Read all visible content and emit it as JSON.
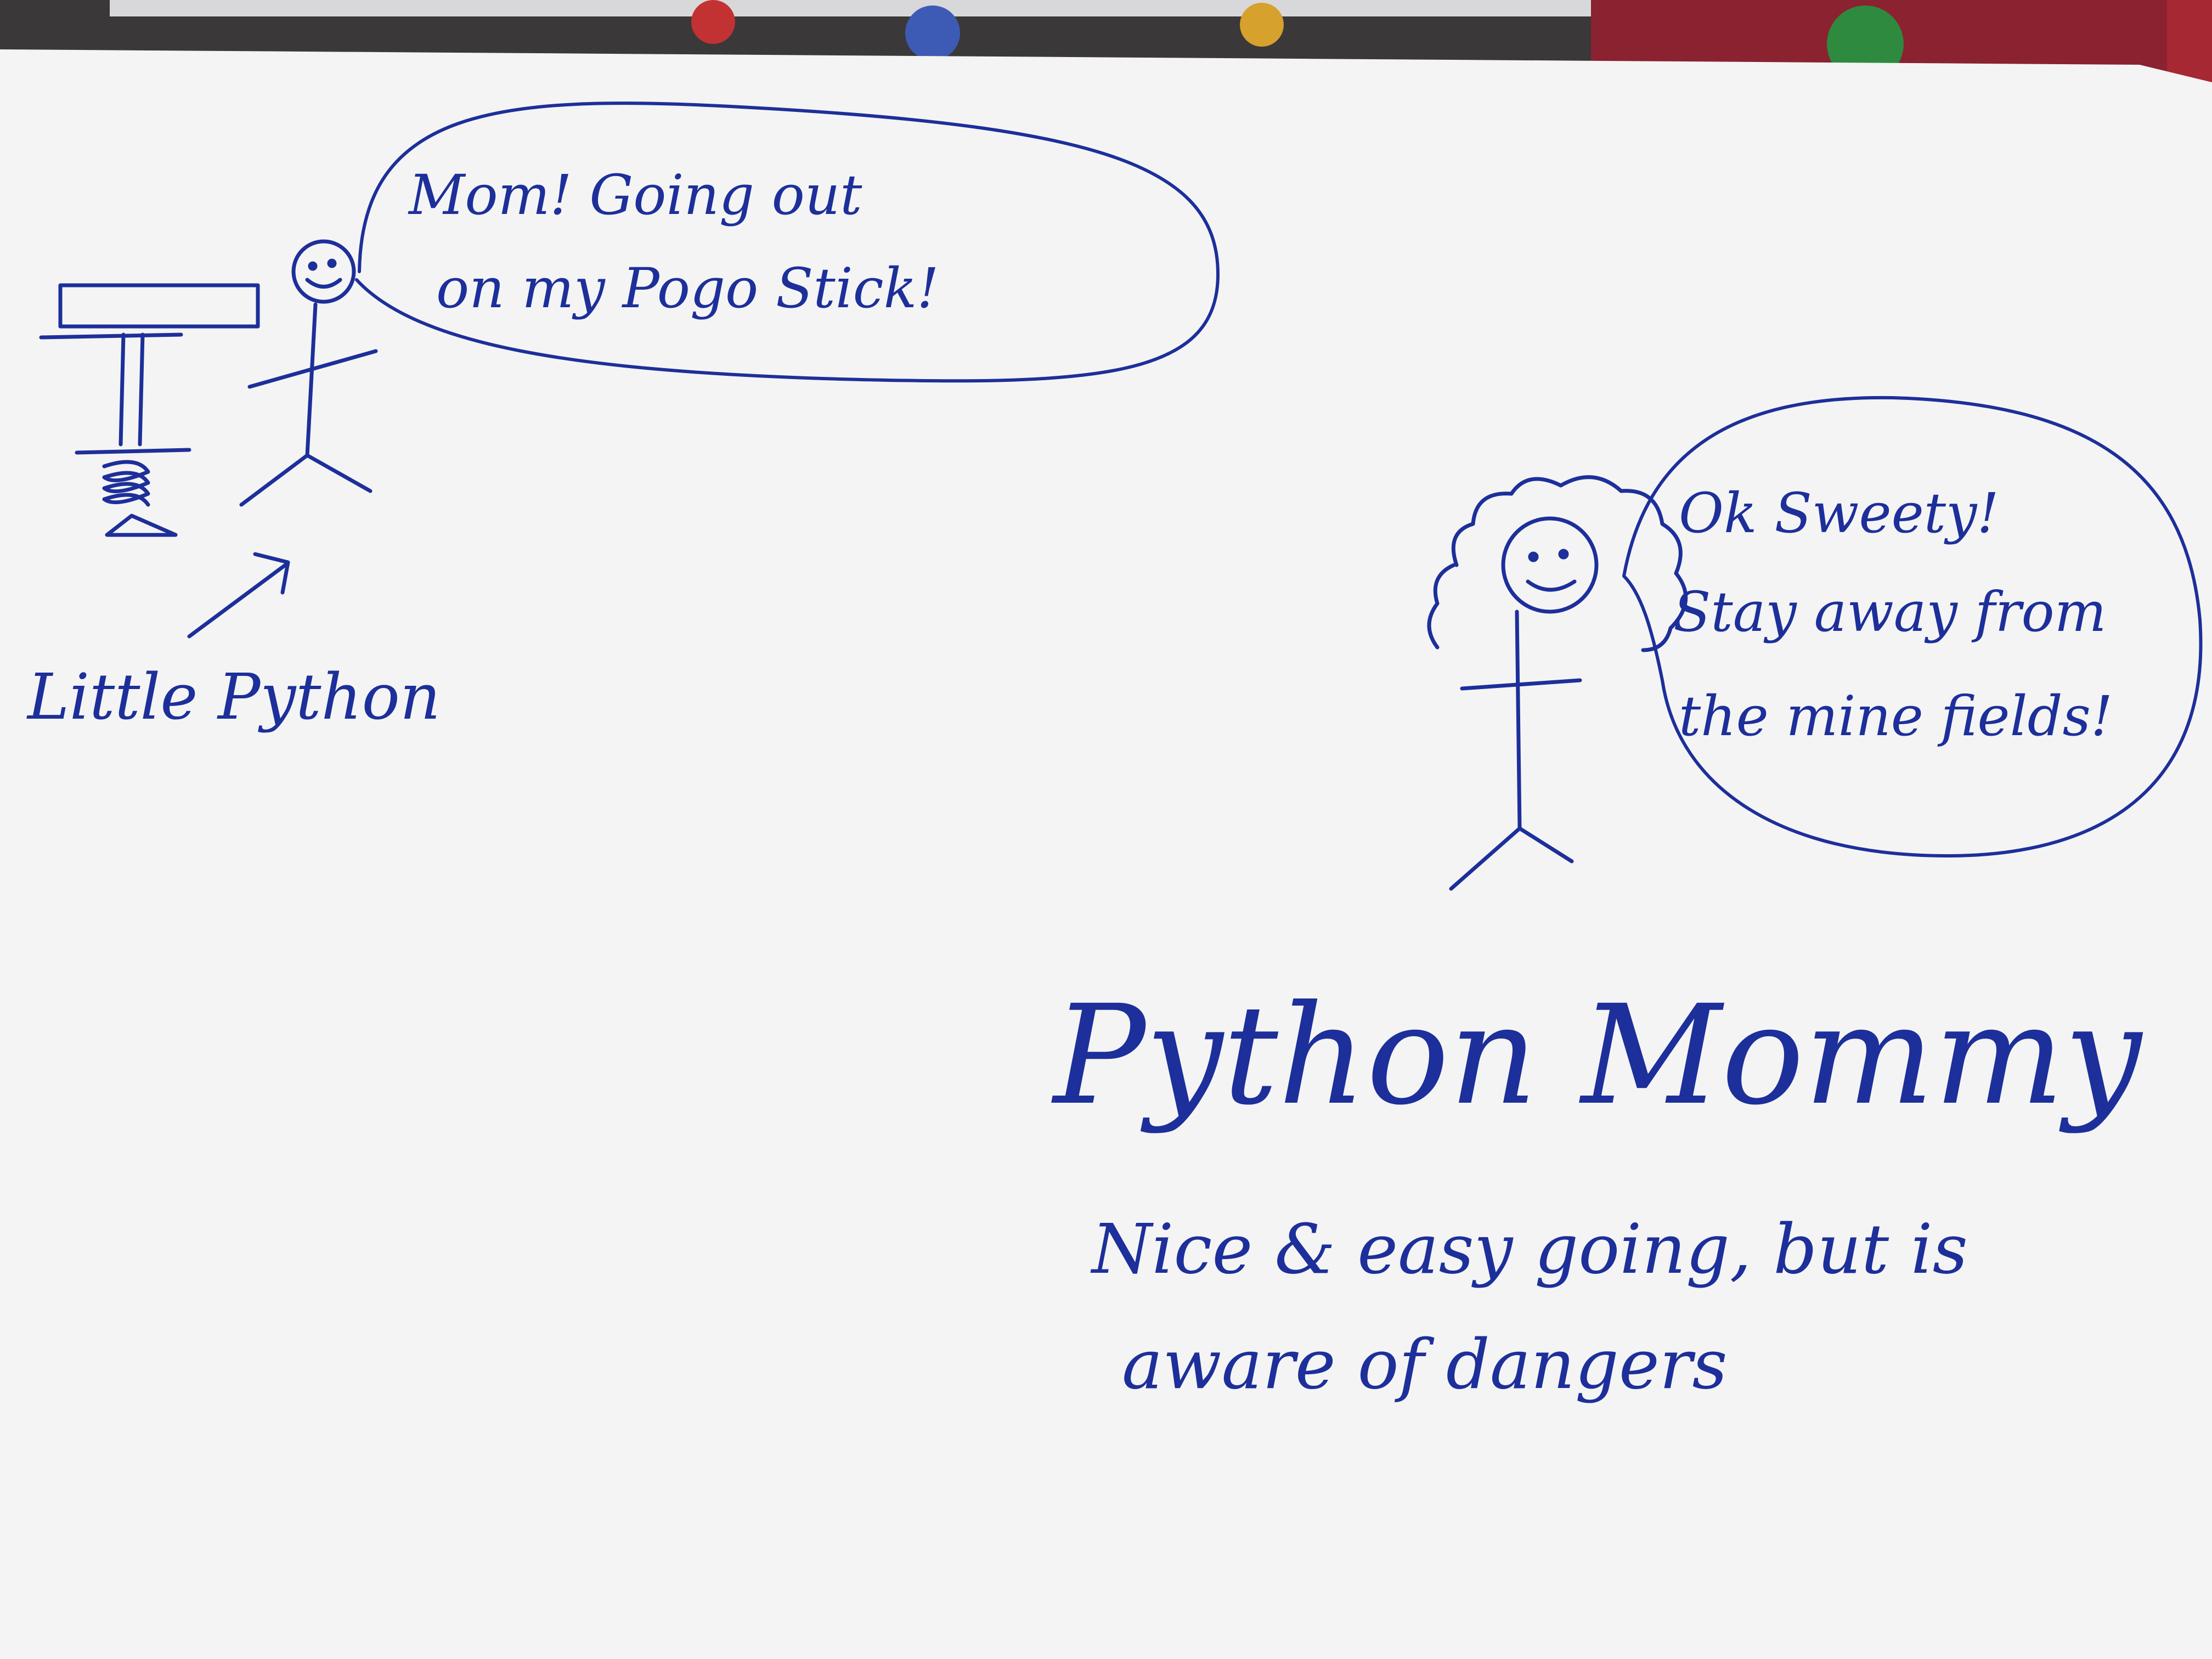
{
  "colors": {
    "ink": "#1d2f9a",
    "paper": "#f4f4f4",
    "background": "#3a3838"
  },
  "kid": {
    "speech": [
      "Mom! Going out",
      "on my Pogo Stick!"
    ],
    "caption": "Little Python"
  },
  "mom": {
    "speech": [
      "Ok Sweety!",
      "Stay away from",
      "the mine fields!"
    ]
  },
  "title": "Python Mommy",
  "description": [
    "Nice & easy going, but is",
    "aware of dangers"
  ]
}
